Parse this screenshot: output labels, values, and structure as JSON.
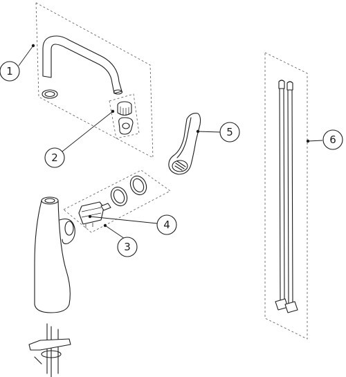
{
  "callouts": [
    {
      "id": 1,
      "label": "1"
    },
    {
      "id": 2,
      "label": "2"
    },
    {
      "id": 3,
      "label": "3"
    },
    {
      "id": 4,
      "label": "4"
    },
    {
      "id": 5,
      "label": "5"
    },
    {
      "id": 6,
      "label": "6"
    }
  ],
  "colors": {
    "line": "#1a1a1a",
    "dashed": "#555555",
    "fill": "#ffffff"
  }
}
